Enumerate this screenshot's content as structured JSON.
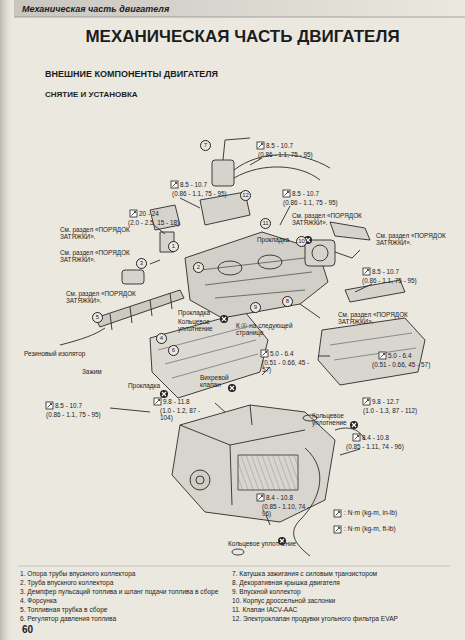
{
  "diagram": {
    "title": "МЕХАНИЧЕСКАЯ ЧАСТЬ ДВИГАТЕЛЯ",
    "labels": [
      "Механическая часть двигателя",
      "ВНЕШНИЕ КОМПОНЕНТЫ ДВИГАТЕЛЯ",
      "СНЯТИЕ И УСТАНОВКА",
      "8.5 - 10.7",
      "(0.86 - 1.1, 75 - 95)",
      "8.5 - 10.7",
      "(0.86 - 1.1, 75 - 95)",
      "8.5 - 10.7",
      "(0.86 - 1.1, 75 - 95)",
      "20 - 24",
      "(2.0 - 2.5, 15 - 18)",
      "См. раздел «ПОРЯДОК ЗАТЯЖКИ».",
      "Прокладка",
      "См. раздел «ПОРЯДОК ЗАТЯЖКИ».",
      "См. раздел «ПОРЯДОК ЗАТЯЖКИ».",
      "См. раздел «ПОРЯДОК ЗАТЯЖКИ».",
      "8.5 - 10.7",
      "(0.86 - 1.1, 75 - 95)",
      "См. раздел «ПОРЯДОК ЗАТЯЖКИ».",
      "Прокладка",
      "Кольцевое уплотнение",
      "К Ⓐ на следующей странице",
      "См. раздел «ПОРЯДОК ЗАТЯЖКИ».",
      "Резиновый изолятор",
      "Зажим",
      "Прокладка",
      "Вихревой клапан",
      "5.0 - 6.4",
      "(0.51 - 0.66, 45 - 57)",
      "5.0 - 6.4",
      "(0.51 - 0.66, 45 - 57)",
      "8.5 - 10.7",
      "(0.86 - 1.1, 75 - 95)",
      "9.8 - 11.8",
      "(1.0 - 1.2, 87 - 104)",
      "Кольцевое уплотнение",
      "9.8 - 12.7",
      "(1.0 - 1.3, 87 - 112)",
      "8.4 - 10.8",
      "(0.85 - 1.11, 74 - 96)",
      "8.4 - 10.8",
      "(0.85 - 1.10, 74 - 96)",
      "Кольцевое уплотнение",
      "1",
      "2",
      "3",
      "4",
      "5",
      "6",
      "7",
      "8",
      "9",
      "10",
      "11",
      "12",
      "1. Опора трубы впускного коллектора",
      "2. Труба впускного коллектора",
      "3. Демпфер пульсаций топлива и шланг подачи топлива в сборе",
      "4. Форсунка",
      "5. Топливная трубка в сборе",
      "6. Регулятор давления топлива",
      "7. Катушка зажигания с силовым транзистором",
      "8. Декоративная крышка двигателя",
      "9. Впускной коллектор",
      "10. Корпус дроссельной заслонки",
      "11. Клапан IACV-AAC",
      "12. Электроклапан продувки угольного фильтра EVAP",
      "60"
    ],
    "legend": [
      {
        "text": ": N·m (kg-m, in-lb)"
      },
      {
        "text": ": N·m (kg-m, ft-lb)"
      }
    ]
  }
}
